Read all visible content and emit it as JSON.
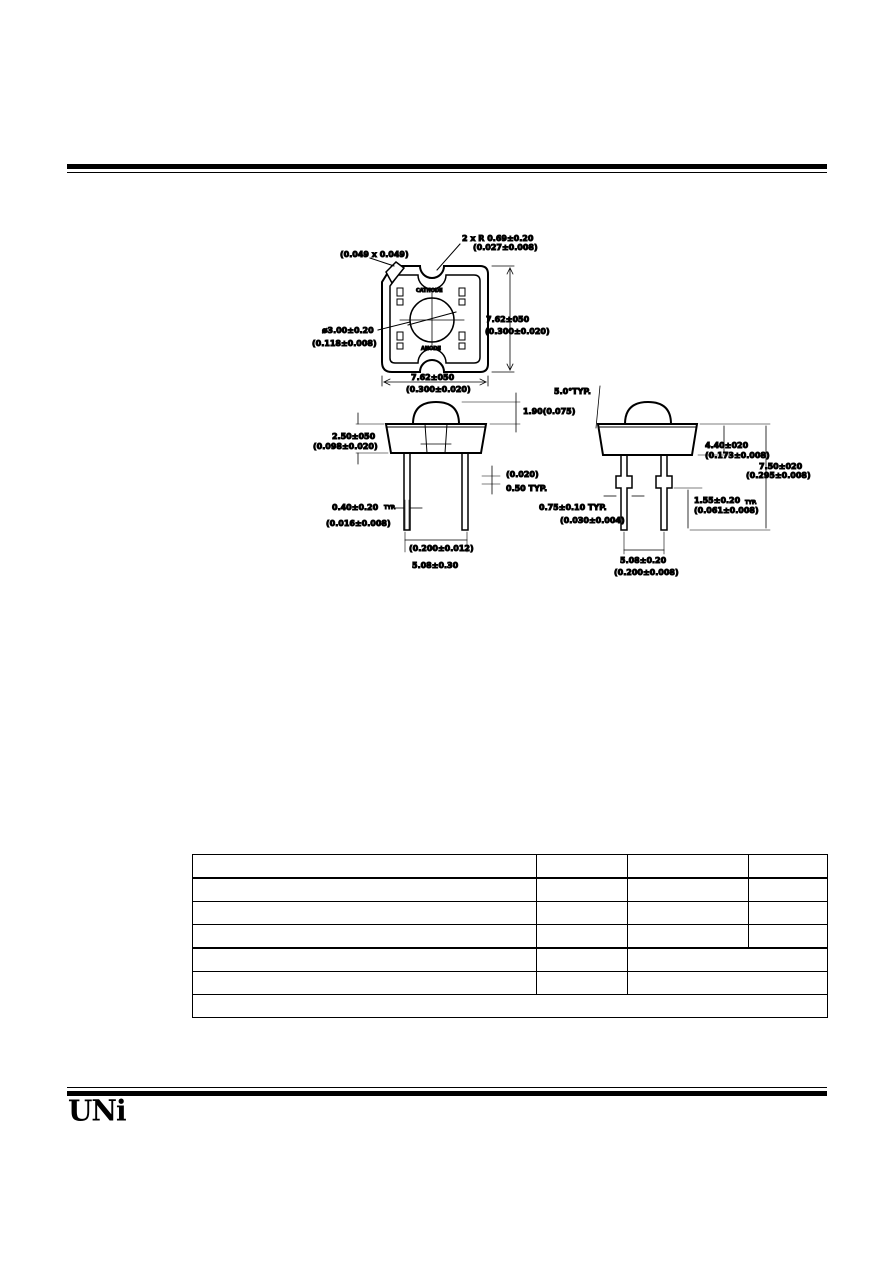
{
  "brand": {
    "logo_text": "UNi"
  },
  "drawing": {
    "top_view": {
      "slot_callout": "2 x R 0.69±0.20",
      "slot_callout_in": "(0.027±0.008)",
      "chamfer": "(0.049 x 0.049)",
      "lens_dia": "ø3.00±0.20",
      "lens_dia_in": "(0.118±0.008)",
      "height_mm": "7.62±050",
      "height_in": "(0.300±0.020)",
      "width_mm": "7.62±050",
      "width_in": "(0.300±0.020)",
      "cathode": "CATHODE",
      "anode": "ANODE"
    },
    "side_view": {
      "dome_height": "1.90(0.075)",
      "body_mm": "2.50±050",
      "body_in": "(0.098±0.020)",
      "lead_gap_in": "(0.020)",
      "lead_gap_mm": "0.50  TYP.",
      "lead_w_mm": "0.40±0.20",
      "lead_w_typ": "TYP.",
      "lead_w_in": "(0.016±0.008)",
      "pitch_in": "(0.200±0.012)",
      "pitch_mm": "5.08±0.30"
    },
    "front_view": {
      "draft": "5.0°TYP.",
      "h1_mm": "4.40±020",
      "h1_in": "(0.173±0.008)",
      "h2_mm": "7.50±020",
      "h2_in": "(0.295±0.008)",
      "stop_mm": "1.55±0.20",
      "stop_typ": "TYP.",
      "stop_in": "(0.061±0.008)",
      "shoulder_mm": "0.75±0.10  TYP.",
      "shoulder_in": "(0.030±0.004)",
      "pitch_mm": "5.08±0.20",
      "pitch_in": "(0.200±0.008)"
    }
  }
}
